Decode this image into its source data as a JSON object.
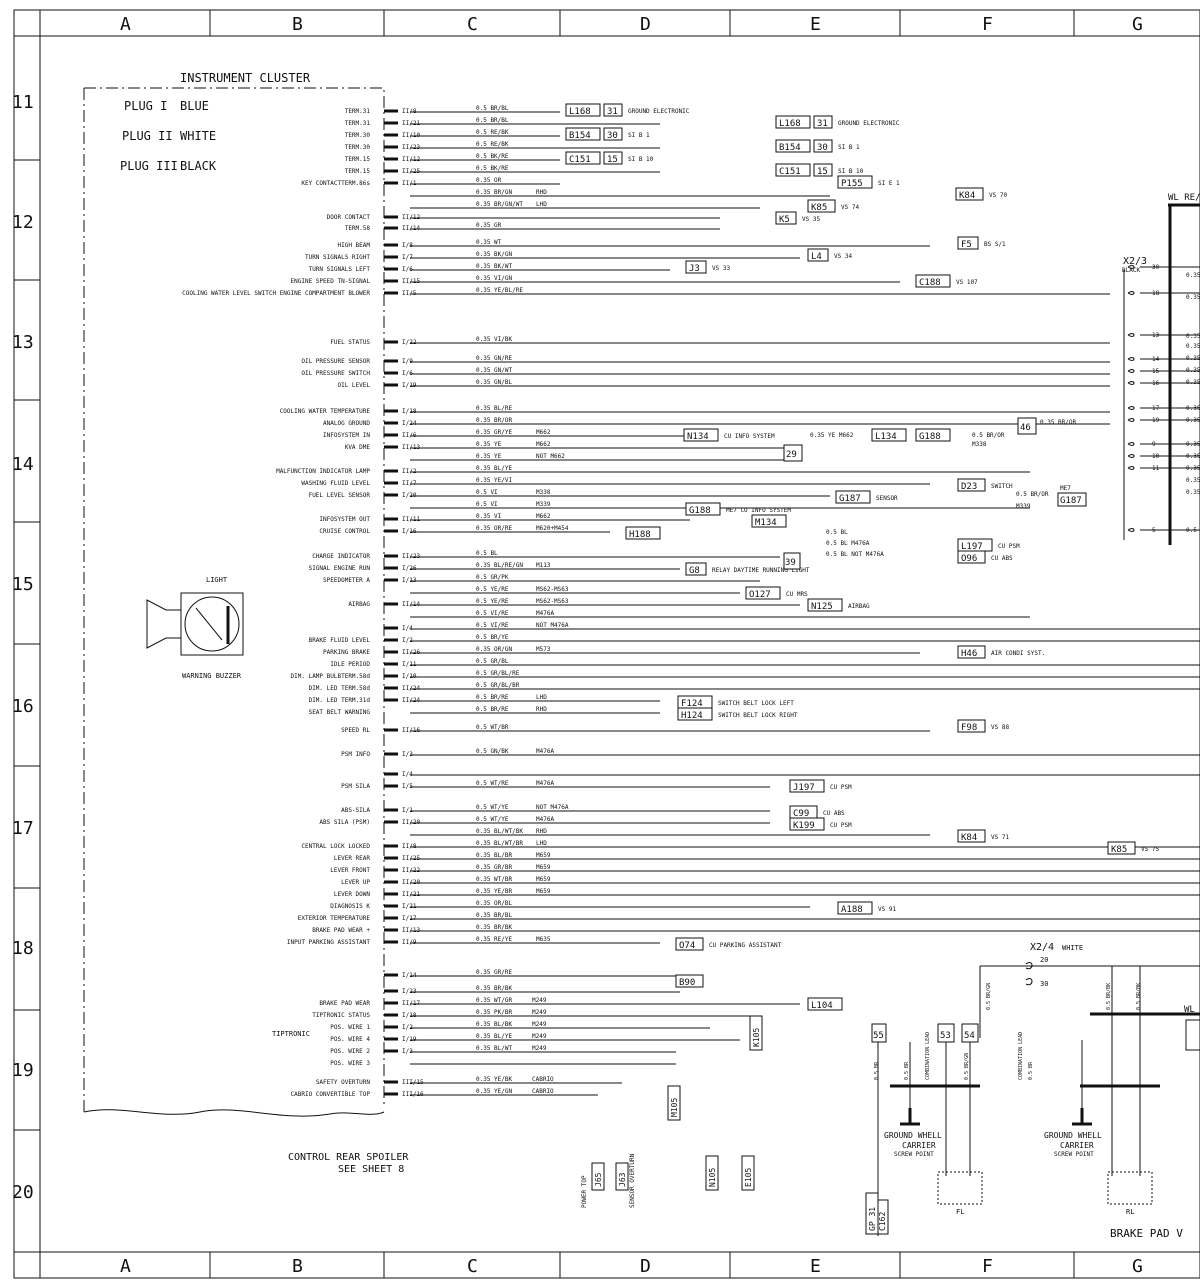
{
  "grid": {
    "columns": [
      "A",
      "B",
      "C",
      "D",
      "E",
      "F",
      "G"
    ],
    "rows": [
      "11",
      "12",
      "13",
      "14",
      "15",
      "16",
      "17",
      "18",
      "19",
      "20"
    ]
  },
  "cluster": {
    "title": "INSTRUMENT CLUSTER",
    "plugs": [
      {
        "name": "PLUG I",
        "color": "BLUE"
      },
      {
        "name": "PLUG II",
        "color": "WHITE"
      },
      {
        "name": "PLUG III",
        "color": "BLACK"
      }
    ],
    "light_label": "LIGHT",
    "buzzer_label": "WARNING BUZZER",
    "tiptronic_label": "TIPTRONIC"
  },
  "pins": [
    {
      "label": "TERM.31",
      "pin": "II/8",
      "wire": "0.5 BR/BL",
      "extra": ""
    },
    {
      "label": "TERM.31",
      "pin": "II/21",
      "wire": "0.5 BR/BL",
      "extra": ""
    },
    {
      "label": "TERM.30",
      "pin": "II/10",
      "wire": "0.5 RE/BK",
      "extra": ""
    },
    {
      "label": "TERM.30",
      "pin": "II/23",
      "wire": "0.5 RE/BK",
      "extra": ""
    },
    {
      "label": "TERM.15",
      "pin": "II/12",
      "wire": "0.5 BK/RE",
      "extra": ""
    },
    {
      "label": "TERM.15",
      "pin": "II/25",
      "wire": "0.5 BK/RE",
      "extra": ""
    },
    {
      "label": "KEY CONTACTTERM.86s",
      "pin": "II/1",
      "wire": "0.35 OR",
      "extra": ""
    },
    {
      "label": "",
      "pin": "",
      "wire": "0.35 BR/GN",
      "extra": "RHD"
    },
    {
      "label": "",
      "pin": "",
      "wire": "0.35 BR/GN/WT",
      "extra": "LHD"
    },
    {
      "label": "DOOR CONTACT",
      "pin": "II/12",
      "wire": "",
      "extra": ""
    },
    {
      "label": "TERM.58",
      "pin": "II/14",
      "wire": "0.35 GR",
      "extra": ""
    },
    {
      "label": "HIGH BEAM",
      "pin": "I/8",
      "wire": "0.35 WT",
      "extra": ""
    },
    {
      "label": "TURN SIGNALS RIGHT",
      "pin": "I/7",
      "wire": "0.35 BK/GN",
      "extra": ""
    },
    {
      "label": "TURN SIGNALS LEFT",
      "pin": "I/6",
      "wire": "0.35 BK/WT",
      "extra": ""
    },
    {
      "label": "ENGINE SPEED TN-SIGNAL",
      "pin": "II/15",
      "wire": "0.35 VI/GN",
      "extra": ""
    },
    {
      "label": "COOLING WATER LEVEL SWITCH  ENGINE COMPARTMENT BLOWER",
      "pin": "II/5",
      "wire": "0.35 YE/BL/RE",
      "extra": ""
    },
    {
      "label": "FUEL STATUS",
      "pin": "I/22",
      "wire": "0.35 VI/BK",
      "extra": ""
    },
    {
      "label": "OIL PRESSURE SENSOR",
      "pin": "I/9",
      "wire": "0.35 GN/RE",
      "extra": ""
    },
    {
      "label": "OIL PRESSURE SWITCH",
      "pin": "I/6",
      "wire": "0.35 GN/WT",
      "extra": ""
    },
    {
      "label": "OIL LEVEL",
      "pin": "I/19",
      "wire": "0.35 GN/BL",
      "extra": ""
    },
    {
      "label": "COOLING WATER TEMPERATURE",
      "pin": "I/18",
      "wire": "0.35 BL/RE",
      "extra": ""
    },
    {
      "label": "ANALOG GROUND",
      "pin": "I/24",
      "wire": "0.35 BR/OR",
      "extra": ""
    },
    {
      "label": "INFOSYSTEM IN",
      "pin": "II/6",
      "wire": "0.35 GR/YE",
      "extra": "M662"
    },
    {
      "label": "KVA DME",
      "pin": "II/13",
      "wire": "0.35 YE",
      "extra": "M662"
    },
    {
      "label": "",
      "pin": "",
      "wire": "0.35 YE",
      "extra": "NOT M662"
    },
    {
      "label": "MALFUNCTION INDICATOR LAMP",
      "pin": "II/2",
      "wire": "0.35 BL/YE",
      "extra": ""
    },
    {
      "label": "WASHING FLUID LEVEL",
      "pin": "II/7",
      "wire": "0.35 YE/VI",
      "extra": ""
    },
    {
      "label": "FUEL LEVEL SENSOR",
      "pin": "I/20",
      "wire": "0.5 VI",
      "extra": "M338"
    },
    {
      "label": "",
      "pin": "",
      "wire": "0.5 VI",
      "extra": "M339"
    },
    {
      "label": "INFOSYSTEM OUT",
      "pin": "II/11",
      "wire": "0.35 VI",
      "extra": "M662"
    },
    {
      "label": "CRUISE CONTROL",
      "pin": "I/16",
      "wire": "0.35 OR/RE",
      "extra": "M620+M454"
    },
    {
      "label": "CHARGE INDICATOR",
      "pin": "II/23",
      "wire": "0.5 BL",
      "extra": ""
    },
    {
      "label": "SIGNAL ENGINE RUN",
      "pin": "I/26",
      "wire": "0.35 BL/RE/GN",
      "extra": "M113"
    },
    {
      "label": "SPEEDOMETER A",
      "pin": "I/13",
      "wire": "0.5 GR/PK",
      "extra": ""
    },
    {
      "label": "",
      "pin": "",
      "wire": "0.5 YE/RE",
      "extra": "MS62-MS63"
    },
    {
      "label": "AIRBAG",
      "pin": "II/14",
      "wire": "0.5 YE/RE",
      "extra": "MS62-MS63"
    },
    {
      "label": "",
      "pin": "",
      "wire": "0.5 VI/RE",
      "extra": "M476A"
    },
    {
      "label": "",
      "pin": "I/4",
      "wire": "0.5 VI/RE",
      "extra": "NOT M476A"
    },
    {
      "label": "BRAKE FLUID LEVEL",
      "pin": "I/2",
      "wire": "0.5 BR/YE",
      "extra": ""
    },
    {
      "label": "PARKING BRAKE",
      "pin": "II/26",
      "wire": "0.35 OR/GN",
      "extra": "M573"
    },
    {
      "label": "IDLE PERIOD",
      "pin": "I/11",
      "wire": "0.5 GR/BL",
      "extra": ""
    },
    {
      "label": "DIM. LAMP BULBTERM.58d",
      "pin": "I/10",
      "wire": "0.5 GR/BL/RE",
      "extra": ""
    },
    {
      "label": "DIM. LED TERM.58d",
      "pin": "II/24",
      "wire": "0.5 GR/BL/BR",
      "extra": ""
    },
    {
      "label": "DIM. LED TERM.31d",
      "pin": "II/24",
      "wire": "0.5 BR/RE",
      "extra": "LHD"
    },
    {
      "label": "SEAT BELT WARNING",
      "pin": "",
      "wire": "0.5 BR/RE",
      "extra": "RHD"
    },
    {
      "label": "SPEED RL",
      "pin": "II/16",
      "wire": "0.5 WT/BR",
      "extra": ""
    },
    {
      "label": "PSM INFO",
      "pin": "I/3",
      "wire": "0.5 GN/BK",
      "extra": "M476A"
    },
    {
      "label": "",
      "pin": "I/4",
      "wire": "",
      "extra": ""
    },
    {
      "label": "PSM SILA",
      "pin": "I/5",
      "wire": "0.5 WT/RE",
      "extra": "M476A"
    },
    {
      "label": "ABS-SILA",
      "pin": "I/1",
      "wire": "0.5 WT/YE",
      "extra": "NOT M476A"
    },
    {
      "label": "ABS SILA (PSM)",
      "pin": "II/20",
      "wire": "0.5 WT/YE",
      "extra": "M476A"
    },
    {
      "label": "",
      "pin": "",
      "wire": "0.35 BL/WT/BK",
      "extra": "RHD"
    },
    {
      "label": "CENTRAL LOCK LOCKED",
      "pin": "II/8",
      "wire": "0.35 BL/WT/BR",
      "extra": "LHD"
    },
    {
      "label": "LEVER REAR",
      "pin": "II/25",
      "wire": "0.35 BL/BR",
      "extra": "M659"
    },
    {
      "label": "LEVER FRONT",
      "pin": "II/22",
      "wire": "0.35 GR/BR",
      "extra": "M659"
    },
    {
      "label": "LEVER UP",
      "pin": "II/20",
      "wire": "0.35 WT/BR",
      "extra": "M659"
    },
    {
      "label": "LEVER DOWN",
      "pin": "II/21",
      "wire": "0.35 YE/BR",
      "extra": "M659"
    },
    {
      "label": "DIAGNOSIS K",
      "pin": "I/21",
      "wire": "0.35 OR/BL",
      "extra": ""
    },
    {
      "label": "EXTERIOR TEMPERATURE",
      "pin": "I/17",
      "wire": "0.35 BR/BL",
      "extra": ""
    },
    {
      "label": "BRAKE PAD WEAR +",
      "pin": "II/13",
      "wire": "0.35 BR/BK",
      "extra": ""
    },
    {
      "label": "INPUT PARKING ASSISTANT",
      "pin": "II/9",
      "wire": "0.35 RE/YE",
      "extra": "M635"
    }
  ],
  "pins_lower": [
    {
      "label": "",
      "pin": "I/14",
      "wire": "0.35 GR/RE",
      "extra": ""
    },
    {
      "label": "",
      "pin": "I/23",
      "wire": "0.35 BR/BK",
      "extra": ""
    },
    {
      "label": "BRAKE PAD WEAR",
      "pin": "II/17",
      "wire": "0.35 WT/GR",
      "extra": "M249"
    },
    {
      "label": "TIPTRONIC STATUS",
      "pin": "I/18",
      "wire": "0.35 PK/BR",
      "extra": "M249"
    },
    {
      "label": "POS. WIRE 1",
      "pin": "I/2",
      "wire": "0.35 BL/BK",
      "extra": "M249"
    },
    {
      "label": "POS. WIRE 4",
      "pin": "I/19",
      "wire": "0.35 BL/YE",
      "extra": "M249"
    },
    {
      "label": "POS. WIRE 2",
      "pin": "I/3",
      "wire": "0.35 BL/WT",
      "extra": "M249"
    },
    {
      "label": "POS. WIRE 3",
      "pin": "",
      "wire": "",
      "extra": ""
    },
    {
      "label": "SAFETY OVERTURN",
      "pin": "III/15",
      "wire": "0.35 YE/BK",
      "extra": "CABRIO"
    },
    {
      "label": "CABRIO CONVERTIBLE TOP",
      "pin": "III/16",
      "wire": "0.35 YE/GN",
      "extra": "CABRIO"
    }
  ],
  "refs": [
    {
      "code": "L168",
      "pin": "31",
      "note": "GROUND ELECTRONIC"
    },
    {
      "code": "L168",
      "pin": "31",
      "note": "GROUND ELECTRONIC"
    },
    {
      "code": "B154",
      "pin": "30",
      "note": "SI B 1"
    },
    {
      "code": "B154",
      "pin": "30",
      "note": "SI B 1"
    },
    {
      "code": "C151",
      "pin": "15",
      "note": "SI B 10"
    },
    {
      "code": "C151",
      "pin": "15",
      "note": "SI B 10"
    },
    {
      "code": "P155",
      "pin": "",
      "note": "SI E 1"
    },
    {
      "code": "K84",
      "pin": "",
      "note": "VS 70"
    },
    {
      "code": "K85",
      "pin": "",
      "note": "VS 74"
    },
    {
      "code": "K5",
      "pin": "",
      "note": "VS 35"
    },
    {
      "code": "F5",
      "pin": "",
      "note": "BS S/1"
    },
    {
      "code": "L4",
      "pin": "",
      "note": "VS 34"
    },
    {
      "code": "J3",
      "pin": "",
      "note": "VS 33"
    },
    {
      "code": "C188",
      "pin": "",
      "note": "VS 107"
    },
    {
      "code": "N134",
      "pin": "",
      "note": "CU INFO SYSTEM"
    },
    {
      "code": "L134",
      "pin": "",
      "note": ""
    },
    {
      "code": "G188",
      "pin": "",
      "note": ""
    },
    {
      "code": "D23",
      "pin": "",
      "note": "SWITCH"
    },
    {
      "code": "G187",
      "pin": "",
      "note": "SENSOR"
    },
    {
      "code": "G188",
      "pin": "",
      "note": "ME7  CU INFO SYSTEM"
    },
    {
      "code": "M134",
      "pin": "",
      "note": ""
    },
    {
      "code": "H188",
      "pin": "",
      "note": ""
    },
    {
      "code": "L197",
      "pin": "",
      "note": "CU PSM"
    },
    {
      "code": "O96",
      "pin": "",
      "note": "CU ABS"
    },
    {
      "code": "G8",
      "pin": "",
      "note": "RELAY DAYTIME RUNNING LIGHT"
    },
    {
      "code": "O127",
      "pin": "",
      "note": "CU MRS"
    },
    {
      "code": "N125",
      "pin": "",
      "note": "AIRBAG"
    },
    {
      "code": "H46",
      "pin": "",
      "note": "AIR CONDI SYST."
    },
    {
      "code": "F124",
      "pin": "",
      "note": "SWITCH BELT LOCK   LEFT"
    },
    {
      "code": "H124",
      "pin": "",
      "note": "SWITCH BELT LOCK   RIGHT"
    },
    {
      "code": "F98",
      "pin": "",
      "note": "VS 88"
    },
    {
      "code": "J197",
      "pin": "",
      "note": "CU PSM"
    },
    {
      "code": "C99",
      "pin": "",
      "note": "CU ABS"
    },
    {
      "code": "K199",
      "pin": "",
      "note": "CU PSM"
    },
    {
      "code": "K84",
      "pin": "",
      "note": "VS 71"
    },
    {
      "code": "K85",
      "pin": "",
      "note": "VS 75"
    },
    {
      "code": "A188",
      "pin": "",
      "note": "VS 91"
    },
    {
      "code": "O74",
      "pin": "",
      "note": "CU PARKING ASSISTANT"
    },
    {
      "code": "B90",
      "pin": "",
      "note": ""
    },
    {
      "code": "L104",
      "pin": "",
      "note": ""
    }
  ],
  "connector": {
    "name": "X2/3",
    "color": "BLACK",
    "wl": "WL RE/",
    "wires": [
      "0.35",
      "0.35",
      "0.35",
      "0.35",
      "0.35",
      "0.35",
      "0.35",
      "0.35",
      "0.35",
      "0.35",
      "0.35",
      "0.35",
      "0.35",
      "0.35",
      "0.5"
    ],
    "pins": [
      "30",
      "18",
      "13",
      "14",
      "15",
      "16",
      "17",
      "19",
      "9",
      "10",
      "11",
      "5"
    ]
  },
  "connector2": {
    "name": "X2/4",
    "color": "WHITE",
    "pins": [
      "20",
      "30"
    ]
  },
  "junctions": {
    "j29": "29",
    "j46": "46",
    "j39": "39",
    "j46_wire": "0.35 BR/OR",
    "ye_m662": "0.35 YE  M662",
    "br_or_m338": "0.5 BR/OR",
    "m338": "M338",
    "me7": "ME7",
    "br_or2": "0.5 BR/OR",
    "m339": "M339",
    "g187b": "G187",
    "bl1": "0.5 BL",
    "bl2": "0.5 BL  M476A",
    "bl3": "0.5 BL  NOT M476A"
  },
  "vertical_refs": [
    "K105",
    "M105",
    "N105",
    "E105",
    "J65",
    "J63",
    "C162",
    "GP 31"
  ],
  "bottom": {
    "spoiler": "CONTROL REAR SPOILER",
    "spoiler2": "SEE SHEET 8",
    "power_top": "POWER TOP",
    "sensor_overturn": "SENSOR OVERTURN",
    "s5": "55",
    "s3": "53",
    "s4": "54",
    "ground1": "GROUND WHELL",
    "carrier1": "CARRIER",
    "screw1": "SCREW POINT",
    "ground2": "GROUND WHELL",
    "carrier2": "CARRIER",
    "screw2": "SCREW POINT",
    "combo": "COMBINATION LEAD",
    "fl": "FL",
    "rl": "RL",
    "brake_pad": "BRAKE PAD  V",
    "wl": "WL",
    "w05br": "0.5 BR",
    "w05brgn": "0.5 BR/GN",
    "w05brbk": "0.5 BR/BK"
  }
}
